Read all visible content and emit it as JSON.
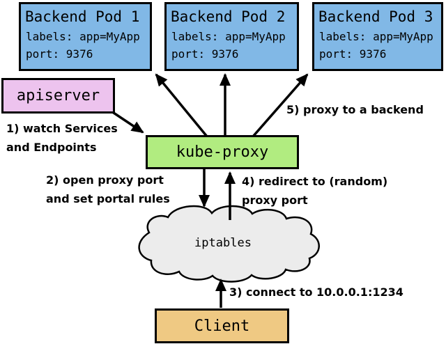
{
  "diagram": {
    "title_hint": "kube-proxy userspace proxy flow",
    "pods": [
      {
        "title": "Backend Pod 1",
        "labels_line": "labels: app=MyApp",
        "port_line": "port: 9376"
      },
      {
        "title": "Backend Pod 2",
        "labels_line": "labels: app=MyApp",
        "port_line": "port: 9376"
      },
      {
        "title": "Backend Pod 3",
        "labels_line": "labels: app=MyApp",
        "port_line": "port: 9376"
      }
    ],
    "nodes": {
      "apiserver": "apiserver",
      "kube_proxy": "kube-proxy",
      "iptables": "iptables",
      "client": "Client"
    },
    "steps": {
      "s1": {
        "line1": "1) watch Services",
        "line2": "and Endpoints"
      },
      "s2": {
        "line1": "2) open proxy port",
        "line2": "and set portal rules"
      },
      "s3": {
        "line1": "3) connect to 10.0.0.1:1234"
      },
      "s4": {
        "line1": "4) redirect to (random)",
        "line2": "proxy port"
      },
      "s5": {
        "line1": "5) proxy to a backend"
      }
    },
    "colors": {
      "pod_fill": "#81B8E6",
      "apiserver_fill": "#EDC3EE",
      "kube_proxy_fill": "#B1EC80",
      "client_fill": "#EFC983",
      "cloud_fill": "#ECECEC",
      "border": "#000000",
      "arrow": "#000000",
      "background": "#FFFFFF"
    }
  }
}
